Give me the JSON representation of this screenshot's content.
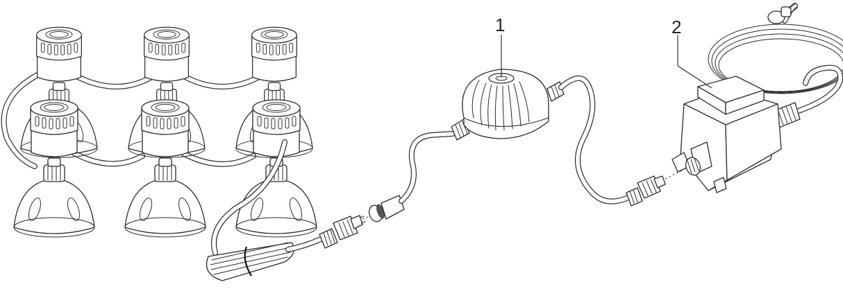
{
  "diagram": {
    "type": "technical-line-drawing",
    "subject": "underwater pond lighting set",
    "callouts": [
      {
        "number": "1",
        "target": "distributor"
      },
      {
        "number": "2",
        "target": "transformer"
      }
    ],
    "components": {
      "lamps": {
        "count": 6,
        "rows": 2,
        "columns": 3,
        "mount": "suction-cup"
      },
      "cable_connector": "screw-coupling",
      "distributor": "domed junction box",
      "transformer": "box with mains plug and coiled cord"
    },
    "colors": {
      "line": "#2a2a2a",
      "background": "#ffffff"
    }
  }
}
